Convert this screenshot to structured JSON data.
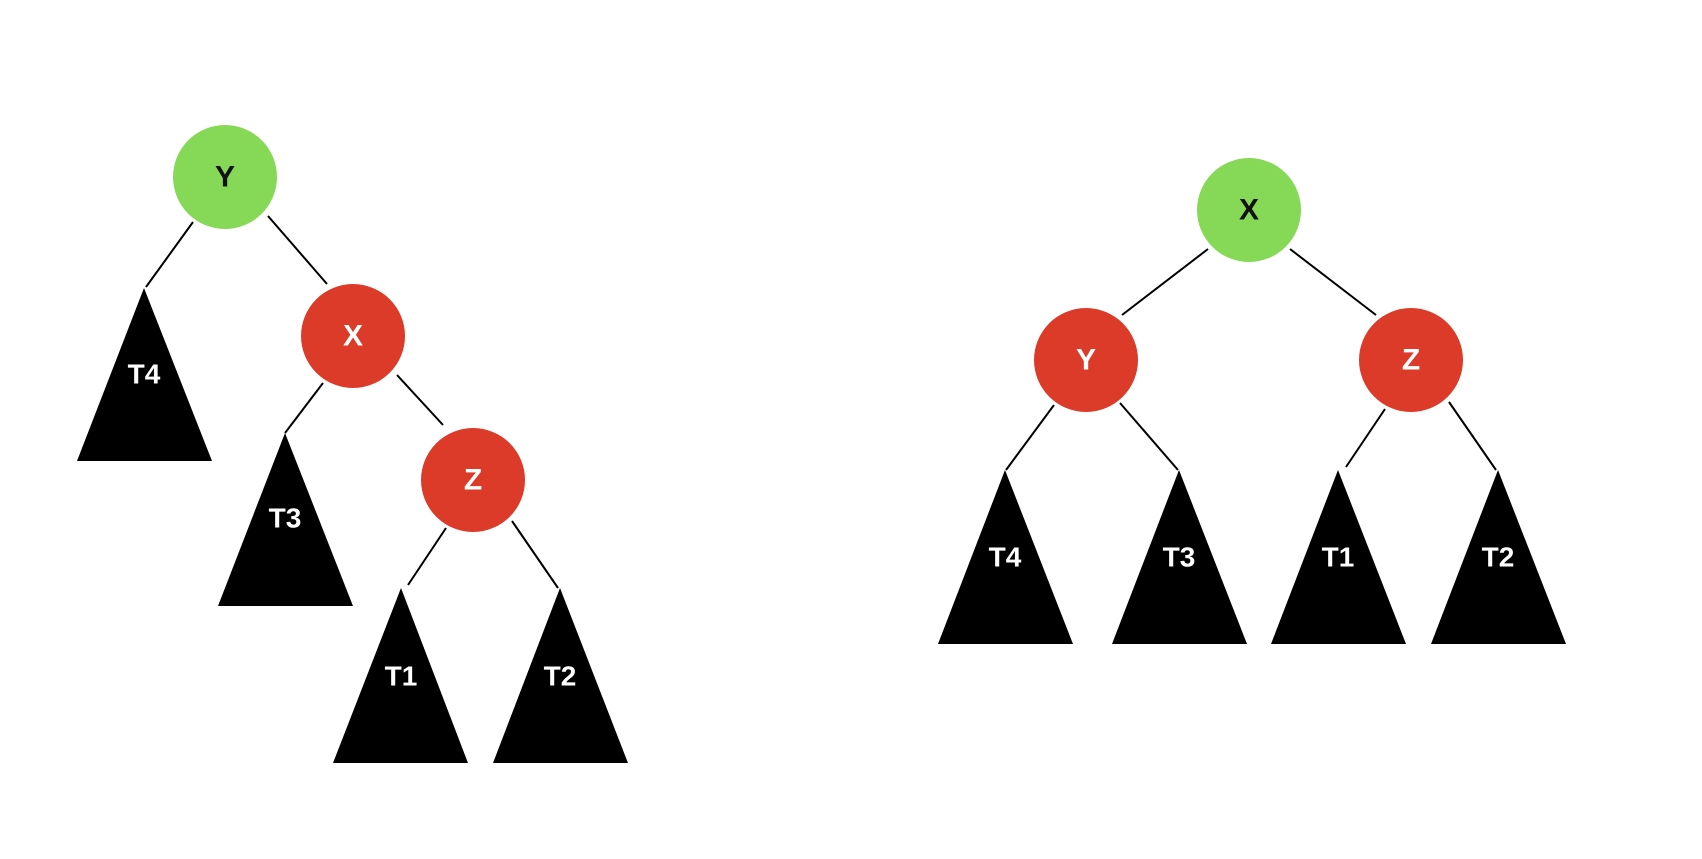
{
  "colors": {
    "root_fill": "#86d857",
    "red_fill": "#db3b28",
    "subtree_fill": "#000000",
    "edge": "#000000",
    "root_text": "#111111",
    "red_text": "#ffffff",
    "subtree_text": "#ffffff"
  },
  "left_tree": {
    "nodes": {
      "y": {
        "label": "Y",
        "color": "green"
      },
      "x": {
        "label": "X",
        "color": "red"
      },
      "z": {
        "label": "Z",
        "color": "red"
      }
    },
    "subtrees": {
      "t4": {
        "label": "T4"
      },
      "t3": {
        "label": "T3"
      },
      "t1": {
        "label": "T1"
      },
      "t2": {
        "label": "T2"
      }
    }
  },
  "right_tree": {
    "nodes": {
      "x": {
        "label": "X",
        "color": "green"
      },
      "y": {
        "label": "Y",
        "color": "red"
      },
      "z": {
        "label": "Z",
        "color": "red"
      }
    },
    "subtrees": {
      "t4": {
        "label": "T4"
      },
      "t3": {
        "label": "T3"
      },
      "t1": {
        "label": "T1"
      },
      "t2": {
        "label": "T2"
      }
    }
  }
}
